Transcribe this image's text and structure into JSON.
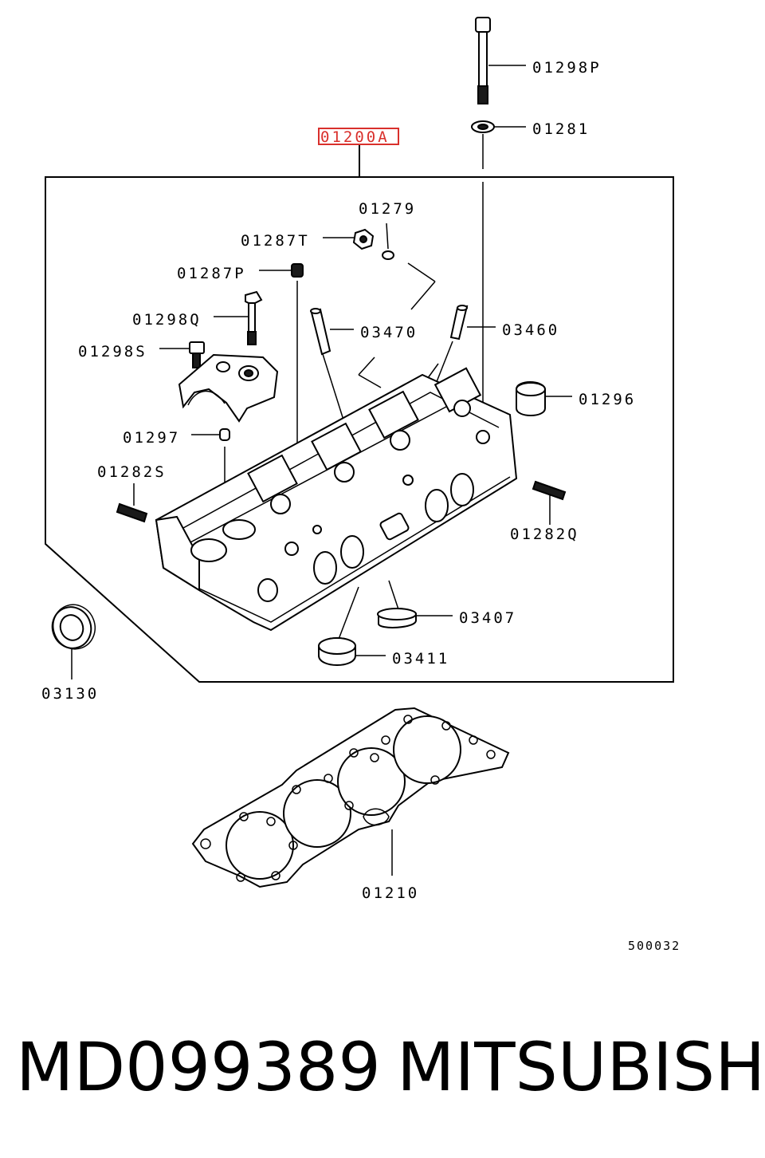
{
  "diagram": {
    "callouts": {
      "c01298P": "01298P",
      "c01281": "01281",
      "c01200A": "01200A",
      "c01279": "01279",
      "c01287T": "01287T",
      "c01287P": "01287P",
      "c01298Q": "01298Q",
      "c03470": "03470",
      "c03460": "03460",
      "c01298S": "01298S",
      "c01296": "01296",
      "c01297": "01297",
      "c01282S": "01282S",
      "c01282Q": "01282Q",
      "c03407": "03407",
      "c03411": "03411",
      "c03130": "03130",
      "c01210": "01210"
    },
    "figure_id": "500032",
    "highlight_color": "#d9302c"
  },
  "footer": {
    "part_number": "MD099389",
    "brand": "MITSUBISHI"
  }
}
